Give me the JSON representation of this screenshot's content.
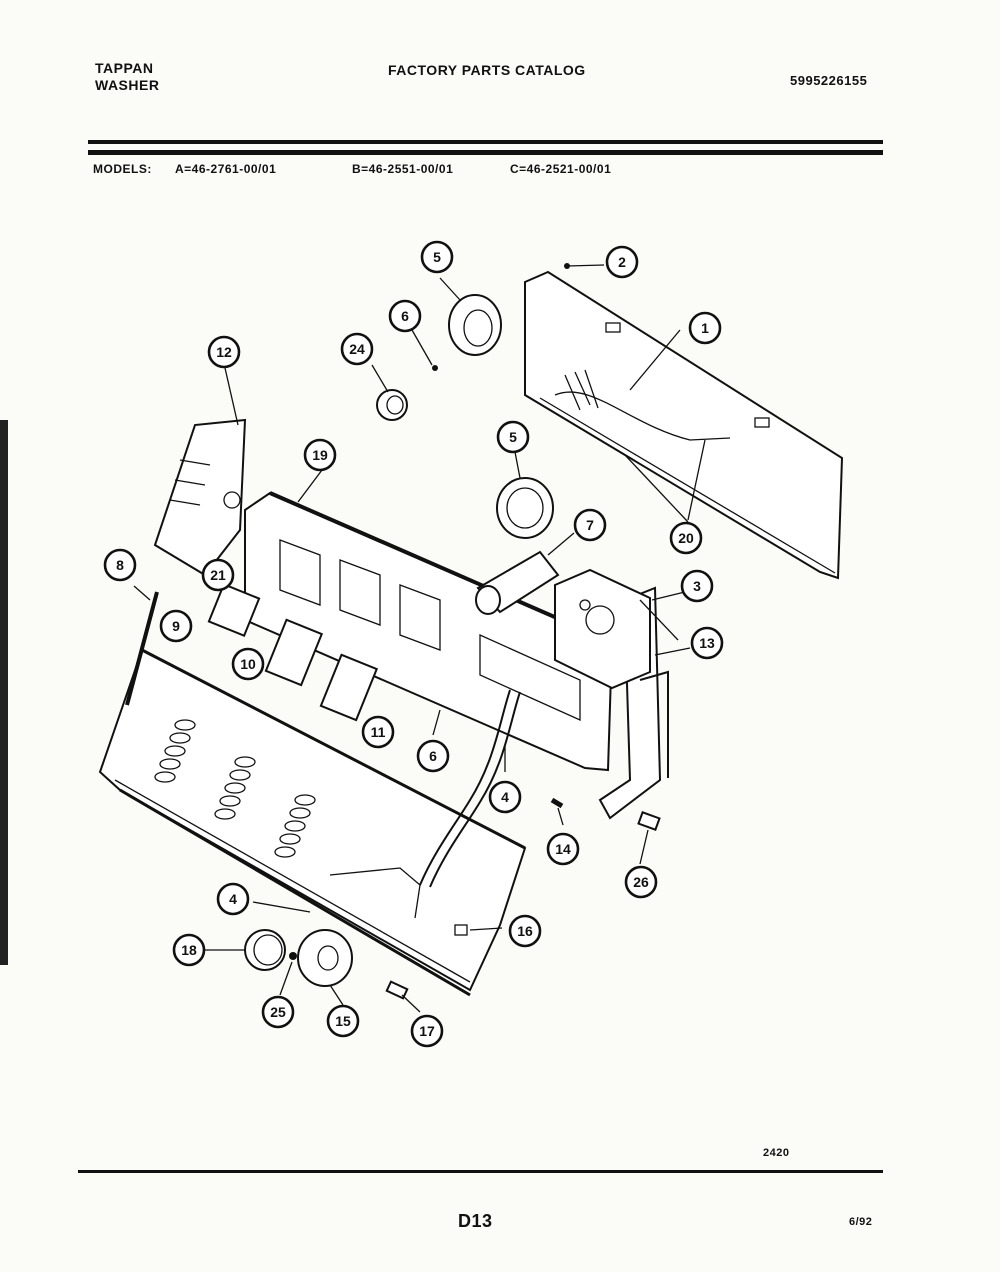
{
  "header": {
    "brand_line1": "TAPPAN",
    "brand_line2": "WASHER",
    "catalog_title": "FACTORY PARTS CATALOG",
    "part_number": "5995226155"
  },
  "models": {
    "label": "MODELS:",
    "a": "A=46-2761-00/01",
    "b": "B=46-2551-00/01",
    "c": "C=46-2521-00/01"
  },
  "callouts": [
    "1",
    "2",
    "3",
    "4",
    "4",
    "5",
    "5",
    "6",
    "6",
    "7",
    "8",
    "9",
    "10",
    "11",
    "12",
    "13",
    "14",
    "15",
    "16",
    "17",
    "18",
    "19",
    "20",
    "21",
    "24",
    "25",
    "26"
  ],
  "footer": {
    "figure_ref": "2420",
    "page": "D13",
    "date": "6/92"
  }
}
